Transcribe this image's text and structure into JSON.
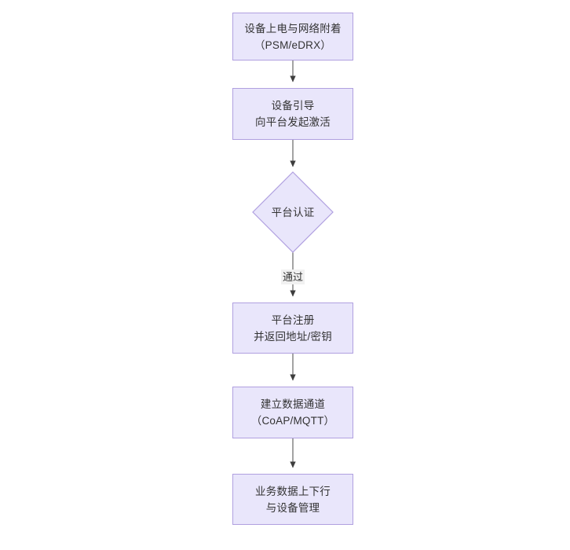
{
  "diagram": {
    "type": "flowchart",
    "orientation": "top-to-bottom",
    "background_color": "#ffffff",
    "node_fill_color": "#e9e6fb",
    "node_border_color": "#b0a0e0",
    "text_color": "#333333",
    "edge_color": "#3d3d3d",
    "nodes": [
      {
        "id": "n1",
        "shape": "rectangle",
        "lines": [
          "设备上电与网络附着",
          "（PSM/eDRX）"
        ]
      },
      {
        "id": "n2",
        "shape": "rectangle",
        "lines": [
          "设备引导",
          "向平台发起激活"
        ]
      },
      {
        "id": "n3",
        "shape": "diamond",
        "lines": [
          "平台认证"
        ]
      },
      {
        "id": "n4",
        "shape": "rectangle",
        "lines": [
          "平台注册",
          "并返回地址/密钥"
        ]
      },
      {
        "id": "n5",
        "shape": "rectangle",
        "lines": [
          "建立数据通道",
          "（CoAP/MQTT）"
        ]
      },
      {
        "id": "n6",
        "shape": "rectangle",
        "lines": [
          "业务数据上下行",
          "与设备管理"
        ]
      }
    ],
    "edges": [
      {
        "from": "n1",
        "to": "n2",
        "label": ""
      },
      {
        "from": "n2",
        "to": "n3",
        "label": ""
      },
      {
        "from": "n3",
        "to": "n4",
        "label": "通过"
      },
      {
        "from": "n4",
        "to": "n5",
        "label": ""
      },
      {
        "from": "n5",
        "to": "n6",
        "label": ""
      }
    ]
  }
}
